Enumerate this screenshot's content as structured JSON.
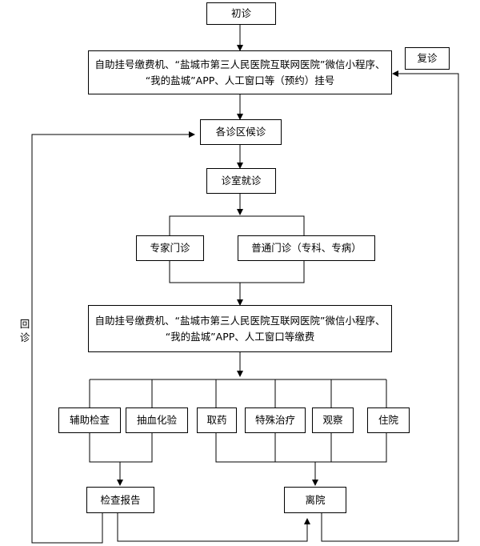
{
  "nodes": {
    "first_visit": "初诊",
    "return_visit": "复诊",
    "register_line1": "自助挂号缴费机、“盐城市第三人民医院互联网医院”微信小程序、",
    "register_line2": "“我的盐城”APP、人工窗口等（预约）挂号",
    "wait": "各诊区候诊",
    "consult": "诊室就诊",
    "expert": "专家门诊",
    "general": "普通门诊（专科、专病）",
    "pay_line1": "自助挂号缴费机、“盐城市第三人民医院互联网医院”微信小程序、",
    "pay_line2": "“我的盐城”APP、人工窗口等缴费",
    "aux_exam": "辅助检查",
    "blood_test": "抽血化验",
    "medicine": "取药",
    "special_treatment": "特殊治疗",
    "observation": "观察",
    "hospitalization": "住院",
    "report": "检查报告",
    "discharge": "离院"
  },
  "side_label": "回诊"
}
